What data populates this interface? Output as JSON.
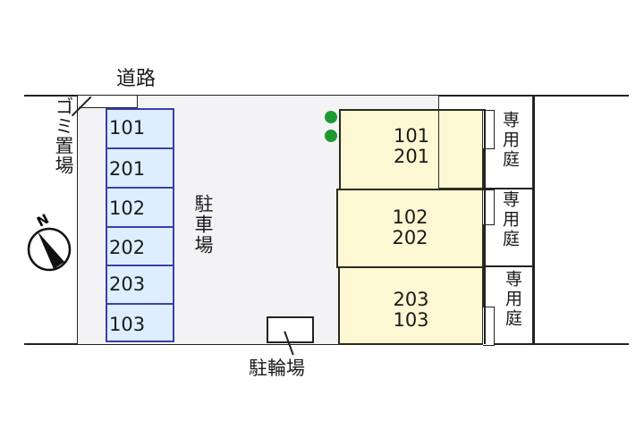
{
  "labels": {
    "road": "道路",
    "garbage": "ゴミ置場",
    "parking": "駐車場",
    "bicycle": "駐輪場",
    "north": "N"
  },
  "parking_slots": [
    "101",
    "201",
    "102",
    "202",
    "203",
    "103"
  ],
  "buildings": [
    {
      "upper": "101",
      "lower": "201",
      "garden_label": "専用庭"
    },
    {
      "upper": "102",
      "lower": "202",
      "garden_label": "専用庭"
    },
    {
      "upper": "203",
      "lower": "103",
      "garden_label": "専用庭"
    }
  ],
  "colors": {
    "parking_slot_fill": "#dceeff",
    "parking_slot_border": "#3a3fa8",
    "building_fill": "#fdf7d3",
    "lot_fill": "#f3f3f5",
    "tree": "#1f9a32"
  }
}
